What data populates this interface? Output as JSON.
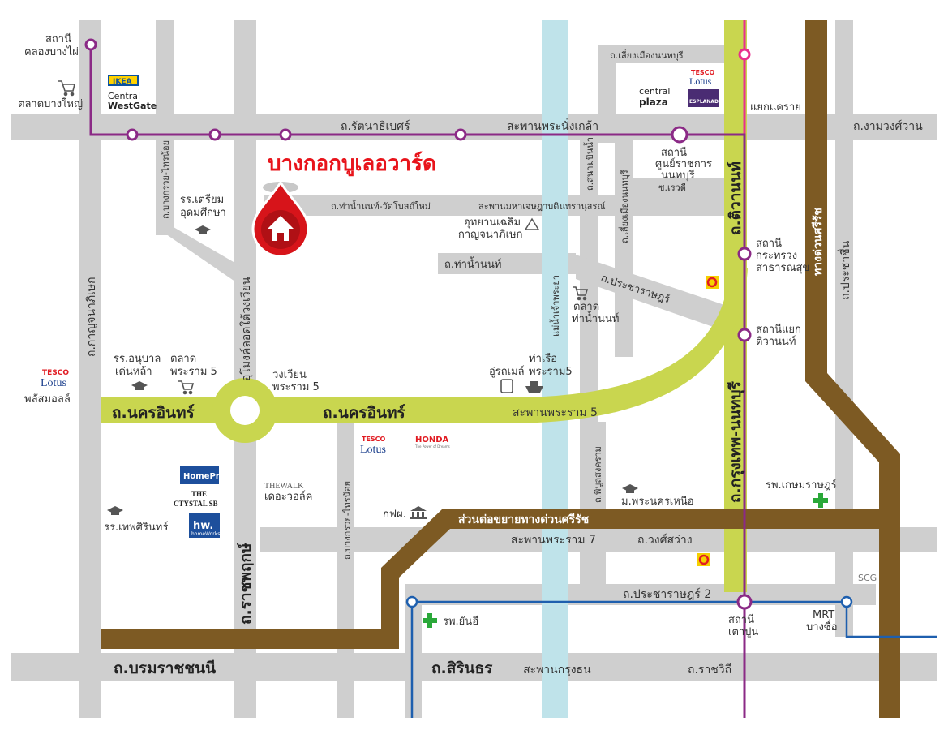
{
  "title": "บางกอกบูเลอวาร์ด",
  "colors": {
    "road": "#cfcfcf",
    "major_road": "#c9d64f",
    "expressway": "#7d5a23",
    "river": "#bfe3ea",
    "purple_line": "#8b2a86",
    "pink_line": "#e8308c",
    "blue_line": "#1e5fae",
    "title_red": "#e8141b"
  },
  "roads": {
    "rattanathibet": "ถ.รัตนาธิเบศร์",
    "phra_nang_klao": "สะพานพระนั่งเกล้า",
    "ngamwongwan": "ถ.งามวงศ์วาน",
    "liang_mueang": "ถ.เลี่ยงเมืองนนทบุรี",
    "tha_nam_wat_bot": "ถ.ท่าน้ำนนท์-วัดโบสถ์ใหม่",
    "maha_chesada": "สะพานมหาเจษฎาบดินทรานุสรณ์",
    "tha_nam_non": "ถ.ท่าน้ำนนท์",
    "pracharat": "ถ.ประชาราษฎร์",
    "kanchanaphisek": "ถ.กาญจนาภิเษก",
    "bang_kruai_sainoi_n": "ถ.บางกรวย-ไทรน้อย",
    "bang_kruai_sainoi_s": "ถ.บางกรวย-ไทรน้อย",
    "ring_road": "อุโมงค์ลอดใต้วงเวียน",
    "nakhon_in_w": "ถ.นครอินทร์",
    "nakhon_in_e": "ถ.นครอินทร์",
    "rama5_bridge": "สะพานพระราม 5",
    "sanam_bin_nam": "ถ.สนามบินน้ำ",
    "liang_mueang_v": "ถ.เลี่ยงเมืองนนทบุรี",
    "rewadi": "ซ.เรวดี",
    "tiwanon": "ถ.ติวานนท์",
    "krungthep_nonthaburi": "ถ.กรุงเทพ-นนทบุรี",
    "prachachuen": "ถ.ประชาชื่น",
    "si_rat_exp": "ทางด่วนศรีรัช",
    "si_rat_ext": "ส่วนต่อขยายทางด่วนศรีรัช",
    "rama7_bridge": "สะพานพระราม 7",
    "wong_sawang": "ถ.วงศ์สว่าง",
    "pracharat2": "ถ.ประชาราษฎร์ 2",
    "phibun_songkhram": "ถ.พิบูลสงคราม",
    "ratchaphruek": "ถ.ราชพฤกษ์",
    "borommaratchachonnani": "ถ.บรมราชชนนี",
    "sirindhorn": "ถ.สิรินธร",
    "krungthon_bridge": "สะพานกรุงธน",
    "ratchawithi": "ถ.ราชวิถี",
    "river": "แม่น้ำเจ้าพระยา"
  },
  "places": {
    "khlong_bang_phai_1": "สถานี",
    "khlong_bang_phai_2": "คลองบางไผ่",
    "talad_bang_yai": "ตลาดบางใหญ่",
    "central_westgate_1": "Central",
    "central_westgate_2": "WestGate",
    "ikea": "IKEA",
    "central_plaza_1": "central",
    "central_plaza_2": "plaza",
    "esplanade": "ESPLANADE",
    "tesco_1": "TESCO",
    "tesco_2": "Lotus",
    "yaek_khae_rai": "แยกแคราย",
    "station_gov_center_1": "สถานี",
    "station_gov_center_2": "ศูนย์ราชการ",
    "station_gov_center_3": "นนทบุรี",
    "triam_udom_1": "รร.เตรียม",
    "triam_udom_2": "อุดมศึกษา",
    "udyan_1": "อุทยานเฉลิม",
    "udyan_2": "กาญจนาภิเษก",
    "talad_tha_nam_non_1": "ตลาด",
    "talad_tha_nam_non_2": "ท่าน้ำนนท์",
    "station_moph_1": "สถานี",
    "station_moph_2": "กระทรวง",
    "station_moph_3": "สาธารณสุข",
    "station_tiwanon_1": "สถานีแยก",
    "station_tiwanon_2": "ติวานนท์",
    "anuban_1": "รร.อนุบาล",
    "anuban_2": "เด่นหล้า",
    "talad_rama5_1": "ตลาด",
    "talad_rama5_2": "พระราม 5",
    "tesco_phlasmol_1": "TESCO",
    "tesco_phlasmol_2": "Lotus",
    "tesco_phlasmol_3": "พลัสมอลล์",
    "circle_rama5_1": "วงเวียน",
    "circle_rama5_2": "พระราม 5",
    "bus_depot": "อู่รถเมล์",
    "pier_1": "ท่าเรือ",
    "pier_2": "พระราม5",
    "honda": "HONDA",
    "honda_sub": "The Power of Dreams",
    "homepro": "HomePro",
    "crystal_1": "THE",
    "crystal_2": "CTYSTAL SB",
    "thewalk_1": "THEWALK",
    "thewalk_2": "เดอะวอล์ค",
    "egat": "กฟผ.",
    "kmutnb": "ม.พระนครเหนือ",
    "kasemrad": "รพ.เกษมราษฎร์",
    "thepsirin": "รร.เทพศิรินทร์",
    "homeworks_1": "hw.",
    "homeworks_2": "homeWorks",
    "scg": "SCG",
    "station_tao_poon_1": "สถานี",
    "station_tao_poon_2": "เตาปูน",
    "mrt_bang_sue_1": "MRT",
    "mrt_bang_sue_2": "บางซื่อ",
    "yanhee": "รพ.ยันฮี"
  }
}
